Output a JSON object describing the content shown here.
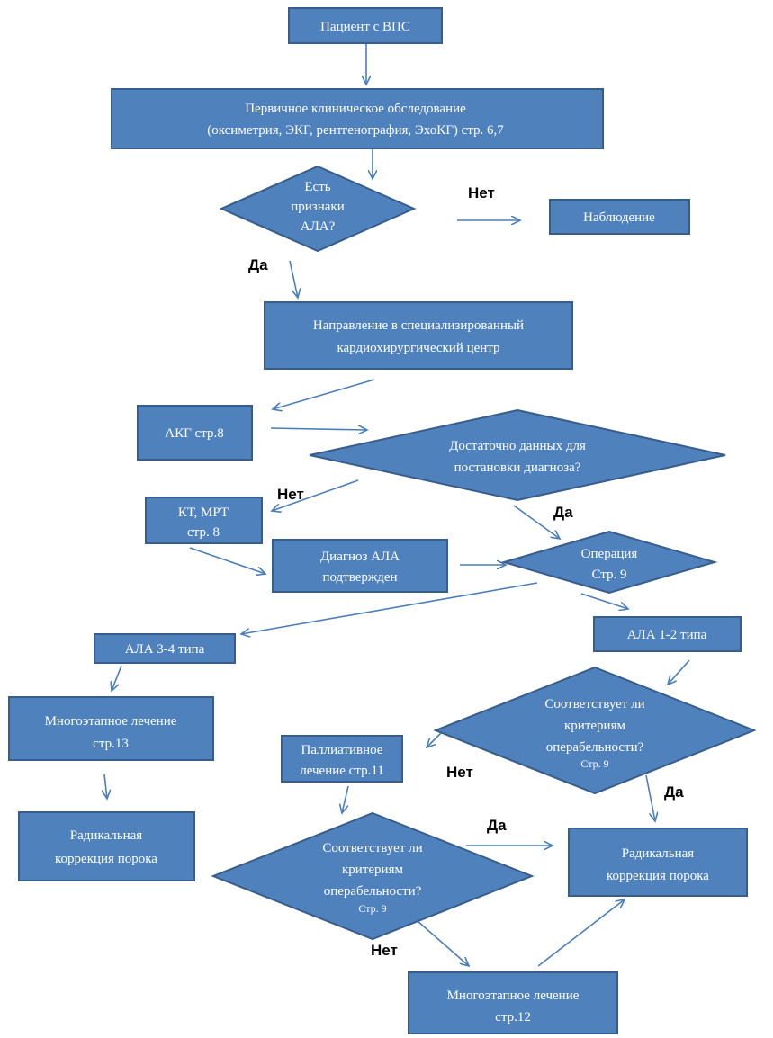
{
  "diagram": {
    "nodes": {
      "patient": [
        "Пациент с ВПС"
      ],
      "primary_exam": [
        "Первичное клиническое обследование",
        "(оксиметрия, ЭКГ, рентгенография, ЭхоКГ)     стр. 6,7"
      ],
      "signs_ala": [
        "Есть",
        "признаки",
        "АЛА?"
      ],
      "observation": [
        "Наблюдение"
      ],
      "referral": [
        "Направление в специализированный",
        "кардиохирургический центр"
      ],
      "akg": [
        "АКГ  стр.8"
      ],
      "enough_data": [
        "Достаточно данных для",
        "постановки диагноза?"
      ],
      "ct_mri": [
        "КТ, МРТ",
        "стр. 8"
      ],
      "diagnosis_confirmed": [
        "Диагноз АЛА",
        "подтвержден"
      ],
      "operation": [
        "Операция",
        "Стр. 9"
      ],
      "ala_3_4": [
        "АЛА 3-4 типа"
      ],
      "ala_1_2": [
        "АЛА 1-2 типа"
      ],
      "multistage_13": [
        "Многоэтапное лечение",
        "стр.13"
      ],
      "meets_criteria_1": [
        "Соответствует ли",
        "критериям",
        "операбельности?"
      ],
      "meets_criteria_1_ref": "Стр. 9",
      "palliative": [
        "Паллиативное",
        "лечение стр.11"
      ],
      "radical_left": [
        "Радикальная",
        "коррекция порока"
      ],
      "meets_criteria_2": [
        "Соответствует ли",
        "критериям",
        "операбельности?"
      ],
      "meets_criteria_2_ref": "Стр. 9",
      "radical_right": [
        "Радикальная",
        "коррекция порока"
      ],
      "multistage_12": [
        "Многоэтапное лечение",
        "стр.12"
      ]
    },
    "edge_labels": {
      "no_observation": "Нет",
      "yes_referral": "Да",
      "no_ct": "Нет",
      "yes_operation": "Да",
      "no_palliative": "Нет",
      "yes_radical_1": "Да",
      "yes_radical_2": "Да",
      "no_multistage": "Нет"
    },
    "colors": {
      "node_fill": "#4f81bd",
      "node_stroke": "#385d8a",
      "node_text": "#ffffff",
      "edge": "#4a7ebb",
      "label": "#000000"
    }
  }
}
